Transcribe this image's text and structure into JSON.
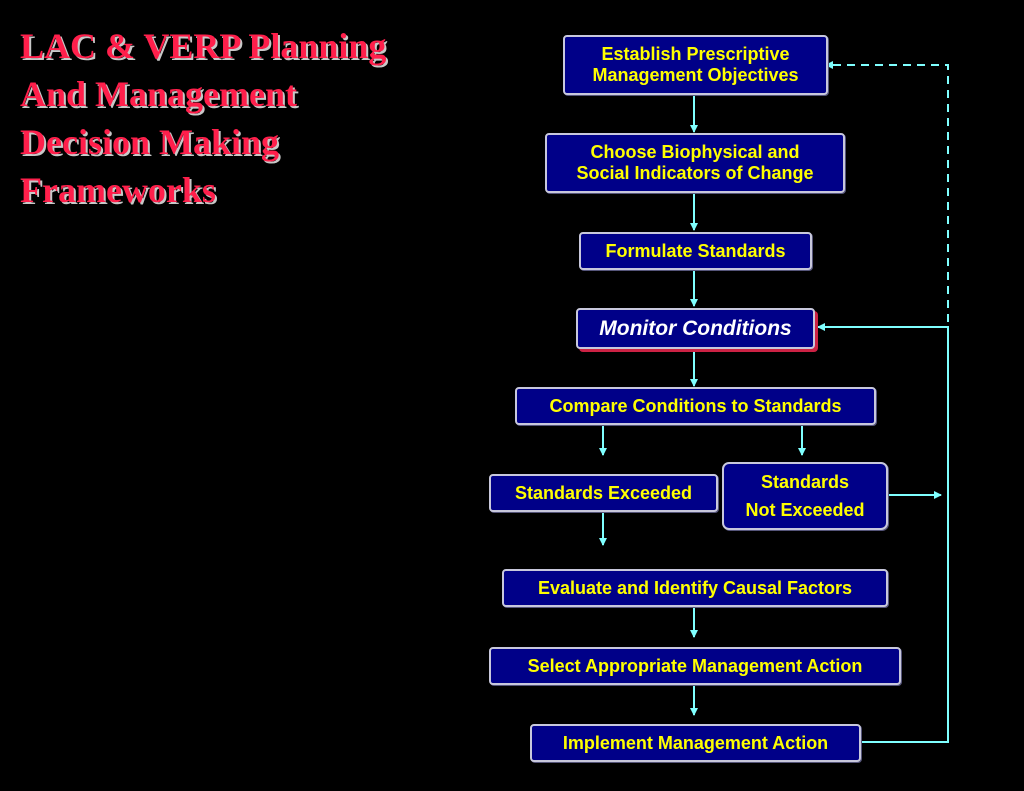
{
  "title": {
    "lines": [
      "LAC & VERP Planning",
      "And Management",
      "Decision Making",
      "Frameworks"
    ]
  },
  "colors": {
    "title": "#ff1f4b",
    "box_fill": "#000088",
    "box_text": "#ffff00",
    "box_text_emphasis": "#ffffff",
    "connector": "#7fffff",
    "emphasis_shadow": "#cc2244"
  },
  "steps": {
    "establish": [
      "Establish Prescriptive",
      "Management Objectives"
    ],
    "choose": [
      "Choose Biophysical and",
      "Social Indicators of Change"
    ],
    "formulate": [
      "Formulate Standards"
    ],
    "monitor": [
      "Monitor Conditions"
    ],
    "compare": [
      "Compare Conditions to Standards"
    ],
    "exceeded": [
      "Standards Exceeded"
    ],
    "not_exceeded": [
      "Standards",
      "Not Exceeded"
    ],
    "evaluate": [
      "Evaluate and Identify Causal Factors"
    ],
    "select": [
      "Select Appropriate Management Action"
    ],
    "implement": [
      "Implement Management Action"
    ]
  }
}
